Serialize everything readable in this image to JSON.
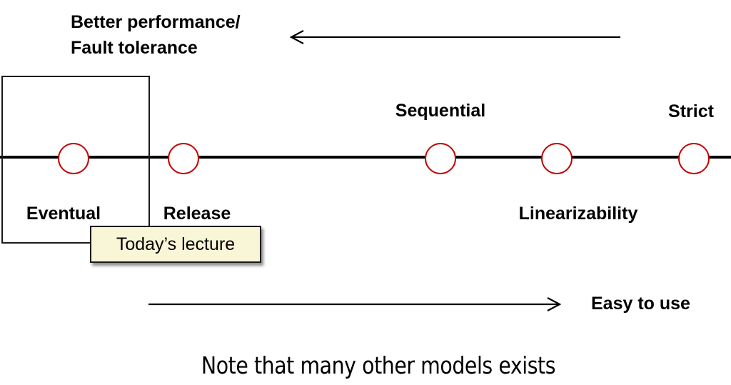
{
  "diagram": {
    "title": "Consistency models spectrum",
    "top_axis": {
      "label_lines": [
        "Better performance/",
        "Fault tolerance"
      ],
      "direction": "left"
    },
    "bottom_axis": {
      "label": "Easy to use",
      "direction": "right"
    },
    "models": [
      {
        "id": "eventual",
        "label": "Eventual",
        "label_position": "below",
        "order": 0.0
      },
      {
        "id": "release",
        "label": "Release",
        "label_position": "below",
        "order": 1.0
      },
      {
        "id": "sequential",
        "label": "Sequential",
        "label_position": "above",
        "order": 2.0
      },
      {
        "id": "linearizability",
        "label": "Linearizability",
        "label_position": "below",
        "order": 3.0
      },
      {
        "id": "strict",
        "label": "Strict",
        "label_position": "above",
        "order": 4.0
      }
    ],
    "highlight": {
      "target_model": "eventual",
      "callout_text": "Today’s lecture"
    },
    "footer_note": "Note that many other models exists",
    "colors": {
      "node_stroke": "#c00000",
      "node_fill": "#ffffff",
      "line": "#000000",
      "callout_fill": "#f8f6d6"
    }
  }
}
